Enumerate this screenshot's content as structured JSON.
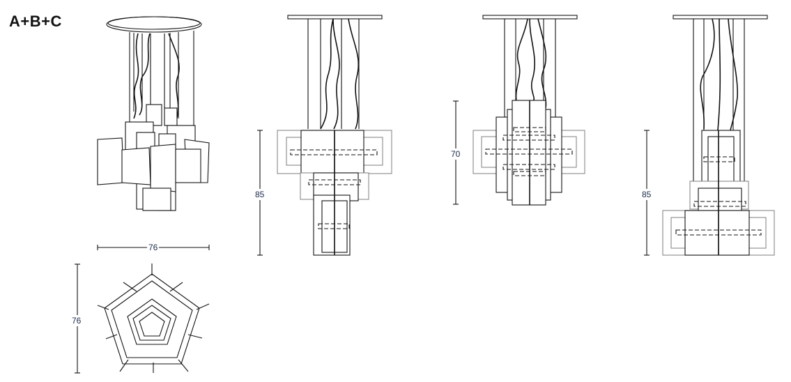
{
  "title": "A+B+C",
  "views": {
    "perspective": {
      "width_label": "76"
    },
    "top": {
      "depth_label": "76"
    },
    "front_a": {
      "height_label": "85"
    },
    "front_b": {
      "height_label": "70"
    },
    "front_c": {
      "height_label": "85"
    }
  },
  "colors": {
    "line": "#111111",
    "dim_text": "#1a2a4a",
    "background": "#ffffff"
  }
}
